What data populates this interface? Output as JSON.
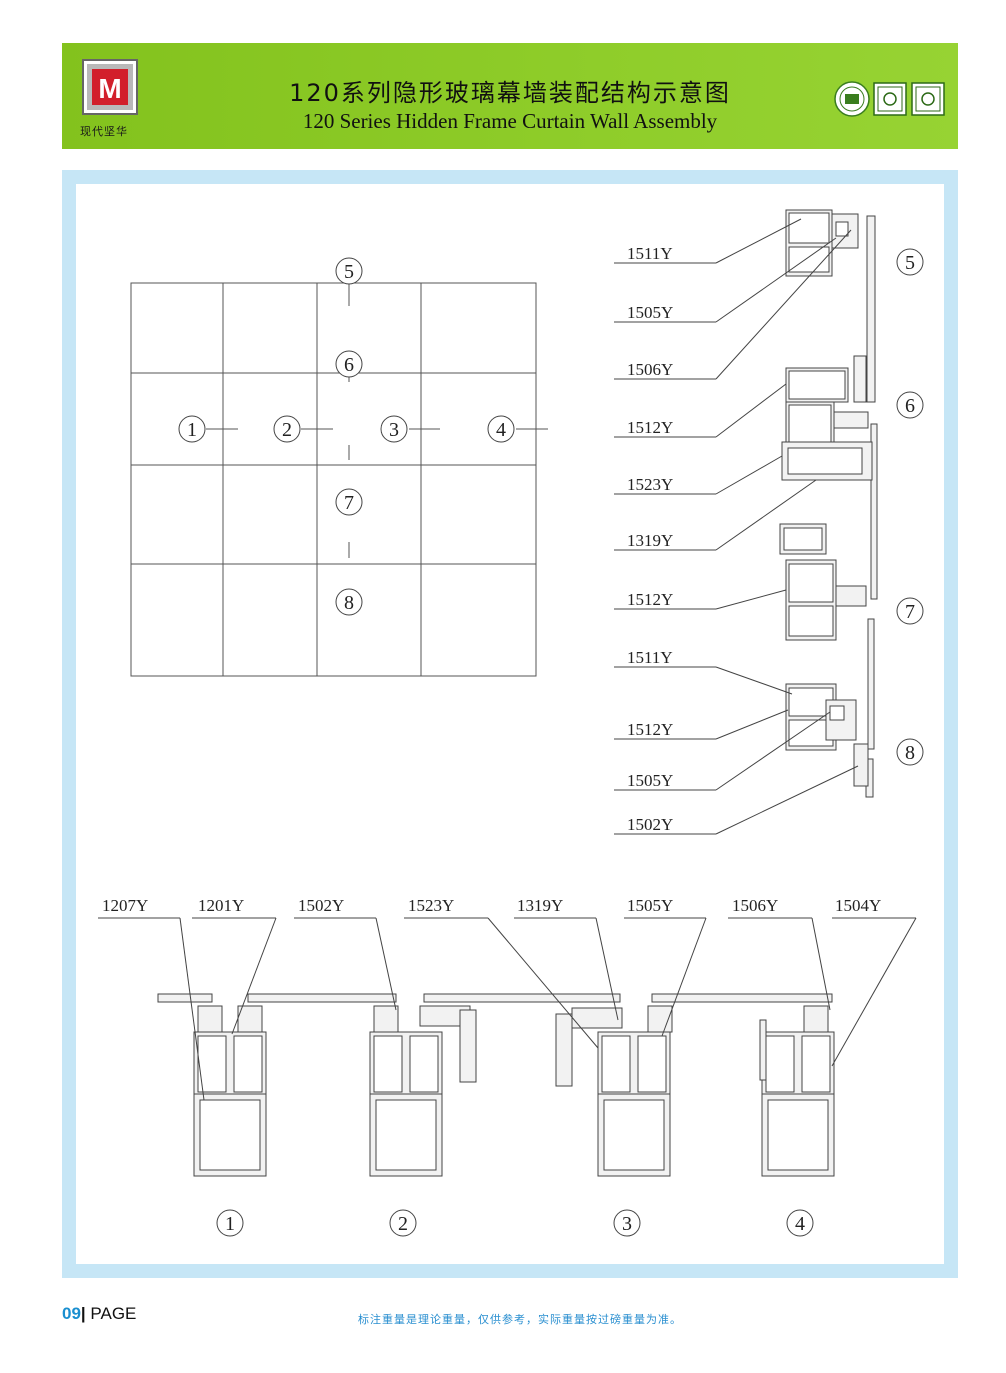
{
  "header": {
    "title_cn": "120系列隐形玻璃幕墙装配结构示意图",
    "title_en": "120 Series Hidden Frame Curtain Wall Assembly",
    "logo_letter": "M",
    "logo_text": "现代坚华",
    "cert_icons": [
      "certification-seal-icon",
      "certification-mark-icon-1",
      "certification-mark-icon-2"
    ],
    "color": "#8dcb28"
  },
  "elevation": {
    "markers_vertical": [
      "5",
      "6",
      "7",
      "8"
    ],
    "markers_horizontal": [
      "1",
      "2",
      "3",
      "4"
    ]
  },
  "vertical_section": {
    "labels": [
      "1511Y",
      "1505Y",
      "1506Y",
      "1512Y",
      "1523Y",
      "1319Y",
      "1512Y",
      "1511Y",
      "1512Y",
      "1505Y",
      "1502Y"
    ],
    "markers": [
      "5",
      "6",
      "7",
      "8"
    ]
  },
  "horizontal_section": {
    "labels": [
      "1207Y",
      "1201Y",
      "1502Y",
      "1523Y",
      "1319Y",
      "1505Y",
      "1506Y",
      "1504Y"
    ],
    "markers": [
      "1",
      "2",
      "3",
      "4"
    ]
  },
  "footer": {
    "page_num": "09",
    "page_label": "PAGE",
    "note": "标注重量是理论重量，仅供参考，实际重量按过磅重量为准。"
  },
  "colors": {
    "panel_border": "#c6e6f6",
    "accent_blue": "#2a8fd0",
    "line": "#444444"
  }
}
